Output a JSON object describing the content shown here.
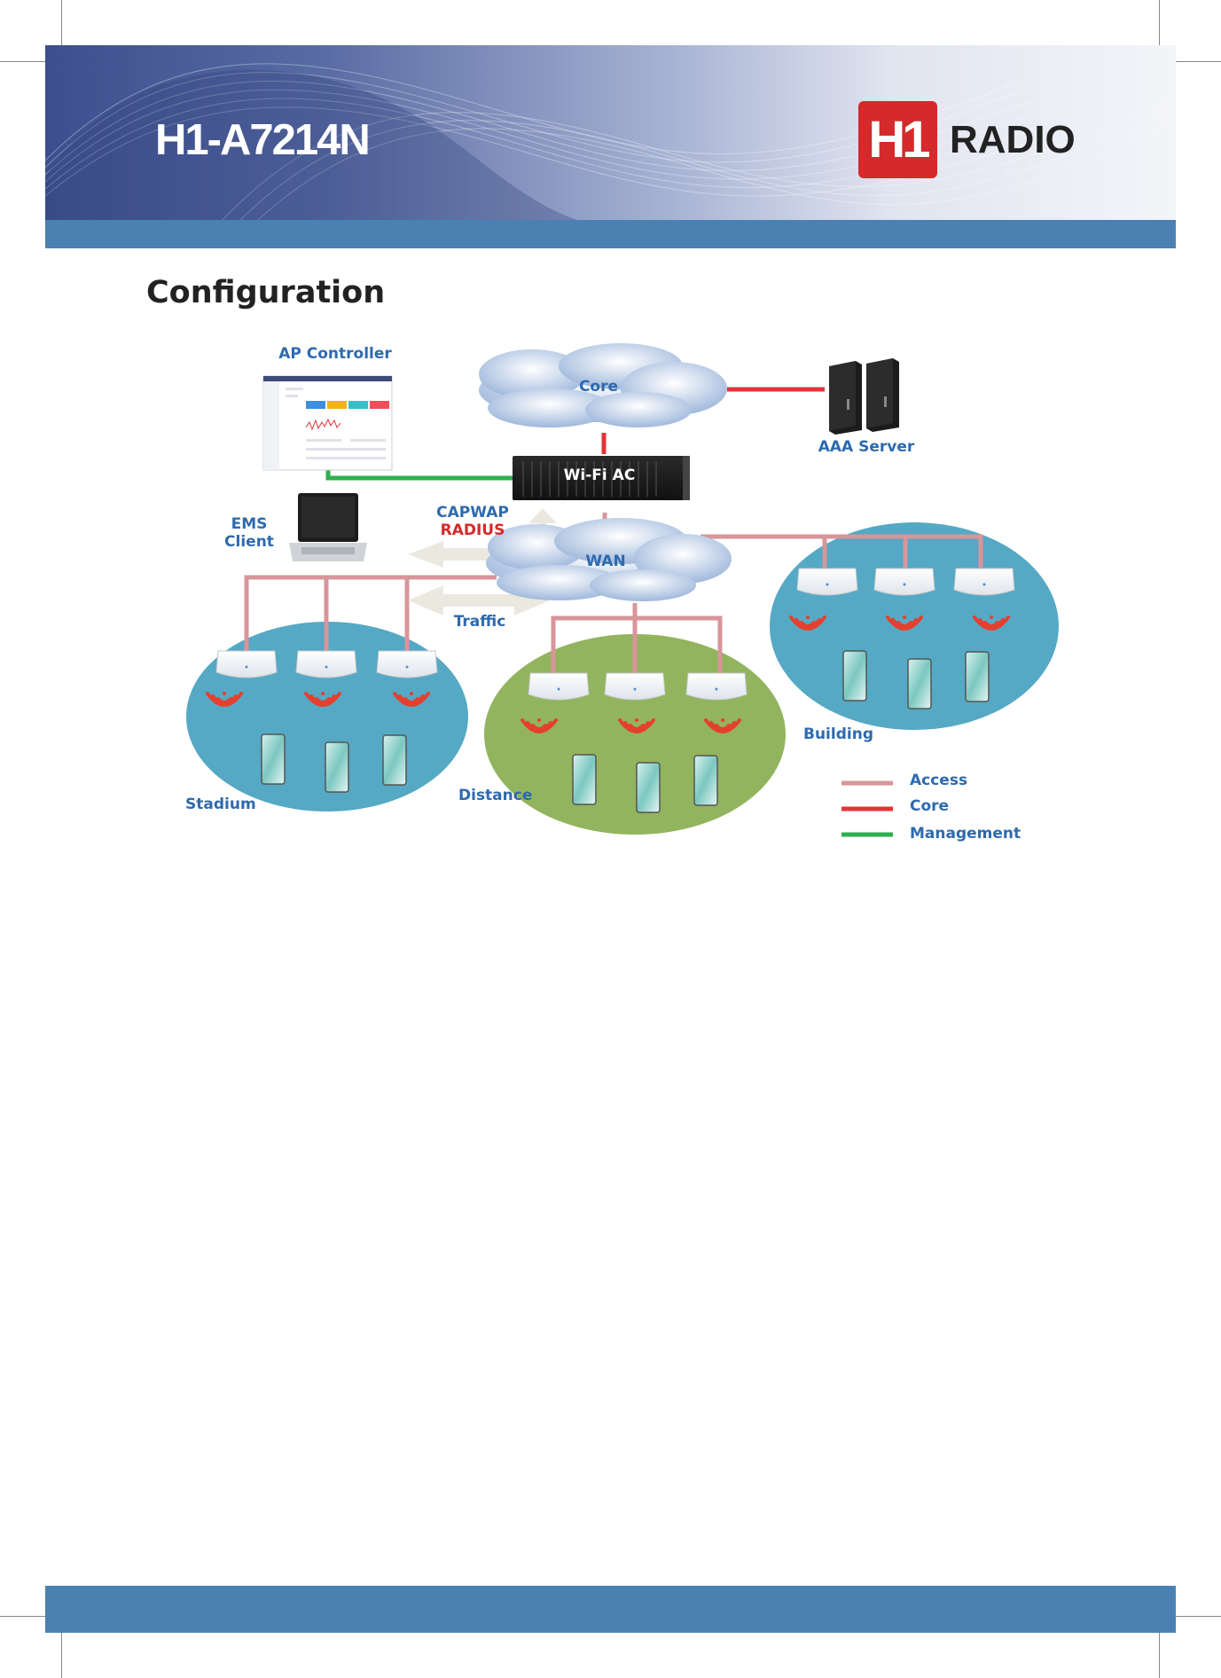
{
  "header": {
    "product_title": "H1-A7214N",
    "logo_mark": "H1",
    "logo_text": "RADIO"
  },
  "section_title": "Configuration",
  "diagram": {
    "ap_controller": "AP Controller",
    "core": "Core",
    "aaa_server": "AAA Server",
    "wifi_ac": "Wi-Fi AC",
    "ems_client_line1": "EMS",
    "ems_client_line2": "Client",
    "capwap": "CAPWAP",
    "radius": "RADIUS",
    "wan": "WAN",
    "traffic": "Traffic",
    "stadium": "Stadium",
    "distance": "Distance",
    "building": "Building"
  },
  "legend": [
    {
      "label": "Access",
      "color": "#d8959a"
    },
    {
      "label": "Core",
      "color": "#e23535"
    },
    {
      "label": "Management",
      "color": "#2fb04f"
    }
  ],
  "colors": {
    "brand_red": "#d42a2b",
    "bar_blue": "#4b81b2",
    "label_blue": "#2e6aae",
    "zone_blue": "#55a9c4",
    "zone_green": "#93b45e",
    "access_line": "#d8959a",
    "core_line": "#e23535",
    "management_line": "#2fb04f"
  }
}
